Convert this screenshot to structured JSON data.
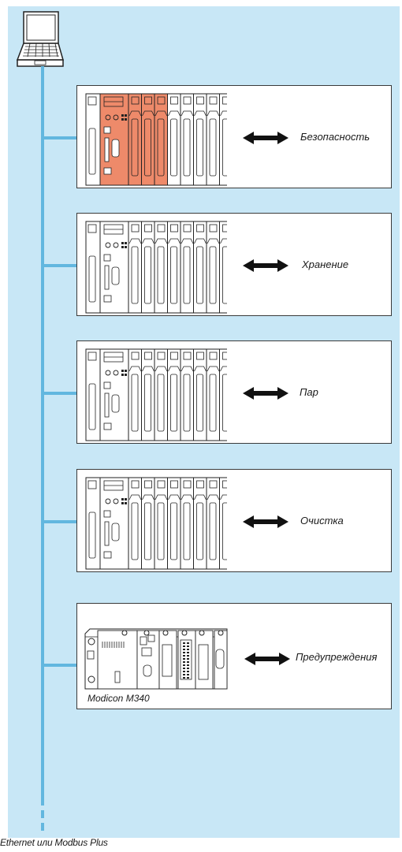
{
  "network": {
    "footer_label": "Ethernet или Modbus Plus"
  },
  "stations": [
    {
      "id": "safety",
      "label": "Безопасность",
      "highlight": true
    },
    {
      "id": "storage",
      "label": "Хранение",
      "highlight": false
    },
    {
      "id": "steam",
      "label": "Пар",
      "highlight": false
    },
    {
      "id": "cleaning",
      "label": "Очистка",
      "highlight": false
    },
    {
      "id": "alarms",
      "label": "Предупреждения",
      "highlight": false,
      "device": "Modicon M340"
    }
  ],
  "colors": {
    "background_panel": "#c8e7f6",
    "bus_line": "#62b7df",
    "highlight_module": "#ee8a6a",
    "outline": "#3a3a3a"
  },
  "icons": [
    "laptop-icon",
    "plc-rack-icon",
    "bidirectional-arrow-icon",
    "m340-plc-icon"
  ]
}
